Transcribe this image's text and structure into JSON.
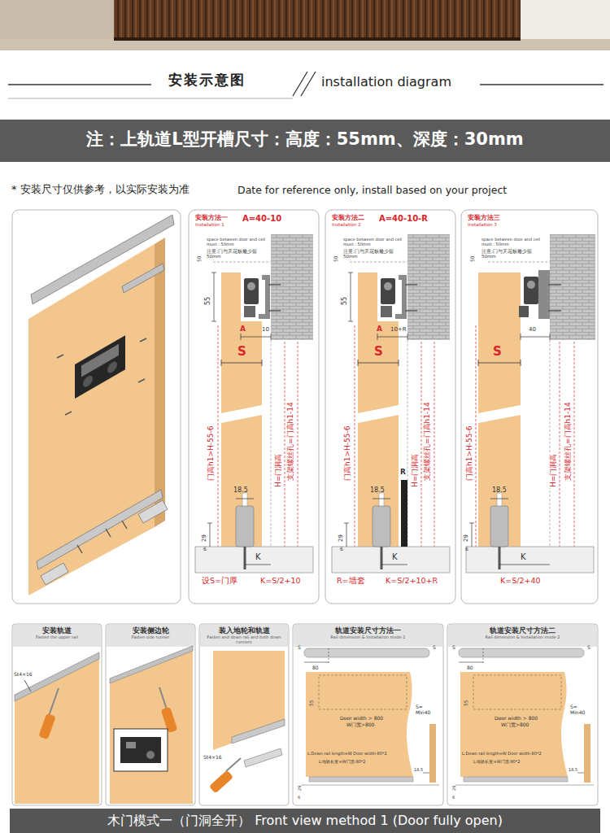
{
  "diagram": {
    "title": "安装示意图",
    "nodes": [
      {
        "text": [
          "注：上轨道L型开槽尺寸：高度：55mm、深度：30mm"
        ]
      },
      {
        "text": [
          "安装方法一",
          "Installation 1",
          "A=40-10"
        ]
      },
      {
        "text": [
          "安装方法二",
          "Installation 2",
          "A=40-10-R"
        ]
      },
      {
        "text": [
          "安装方法三",
          "Installation 3"
        ]
      },
      {
        "text": [
          "安装轨道",
          "Fasten the upper rail"
        ]
      },
      {
        "text": [
          "安装侧边轮",
          "Fasten side runner"
        ]
      },
      {
        "text": [
          "装入地轮和轨道",
          "Fasten and down rail and both down runners"
        ]
      },
      {
        "text": [
          "轨道安装尺寸方法一",
          "Rail dimension & Installation mode 1"
        ]
      },
      {
        "text": [
          "轨道安装尺寸方法二",
          "Rail dimension & Installation mode 2"
        ]
      },
      {
        "text": [
          "木门模式一（门洞全开） Front view method 1 (Door fully open)"
        ]
      }
    ],
    "labels": [
      "installation diagram",
      "* 安装尺寸仅供参考，以实际安装为准",
      "Date for reference only, install based on your project",
      "space between door and ceil must : 50mm",
      "注意:门与天花板最少留50mm",
      "50",
      "55",
      "A",
      "10",
      "S",
      "门高h1>H-55-6",
      "H=门洞高",
      "支架螺丝孔=门高h1-14",
      "18.5",
      "29",
      "6",
      "K",
      "设S=门厚",
      "K=S/2+10",
      "space between door and ceil must : 50mm",
      "注意:门与天花板最少留50mm",
      "50",
      "55",
      "A",
      "10+R",
      "S",
      "门高h1>H-55-6",
      "H=门洞高",
      "支架螺丝孔=门高h1-14",
      "R",
      "18.5",
      "29",
      "6",
      "K",
      "R=墙套",
      "K=S/2+10+R",
      "space between door and ceil must : 50mm",
      "注意:门与天花板最少留50mm",
      "50",
      "40",
      "S",
      "门高h1>H-55-6",
      "H=门洞高",
      "支架螺丝孔=门高h1-14",
      "18.5",
      "29",
      "6",
      "K",
      "K=S/2+40",
      "St4×16",
      "St4×16",
      "S",
      "S",
      "80",
      "55",
      "Door width > 800",
      "W门宽>800",
      "S= Min40",
      "L:Down rail length=W Door width-80*2",
      "L:地轨长度=W门宽-80*2",
      "18.5",
      "29",
      "6",
      "S",
      "S",
      "80",
      "55",
      "Door width > 800",
      "W门宽>800",
      "S= Min40",
      "L:Down rail length=W Door width-80*2",
      "L:地轨长度=W门宽-80*2",
      "18.5",
      "29",
      "6"
    ]
  }
}
